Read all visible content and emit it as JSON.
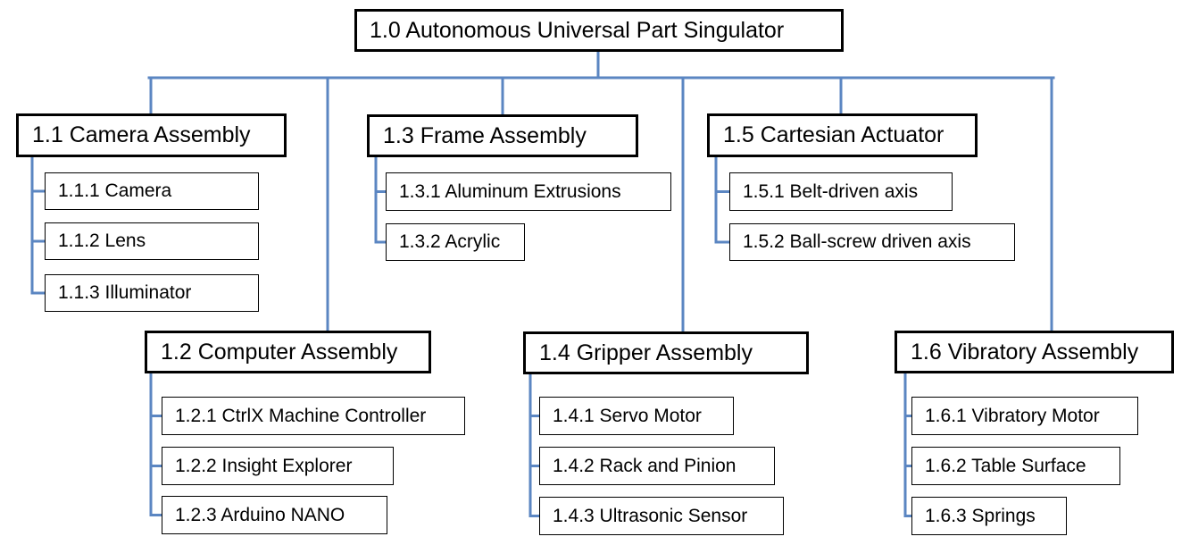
{
  "diagram": {
    "connector_color": "#5B86C2",
    "box_border_color": "#000000",
    "root": {
      "id": "root",
      "label": "1.0 Autonomous Universal Part Singulator"
    },
    "groups": [
      {
        "id": "g11",
        "label": "1.1 Camera Assembly",
        "children": [
          {
            "label": "1.1.1 Camera"
          },
          {
            "label": "1.1.2 Lens"
          },
          {
            "label": "1.1.3 Illuminator"
          }
        ]
      },
      {
        "id": "g12",
        "label": "1.2 Computer Assembly",
        "children": [
          {
            "label": "1.2.1 CtrlX Machine Controller"
          },
          {
            "label": "1.2.2 Insight Explorer"
          },
          {
            "label": "1.2.3 Arduino NANO"
          }
        ]
      },
      {
        "id": "g13",
        "label": "1.3 Frame Assembly",
        "children": [
          {
            "label": "1.3.1 Aluminum Extrusions"
          },
          {
            "label": "1.3.2 Acrylic"
          }
        ]
      },
      {
        "id": "g14",
        "label": "1.4 Gripper Assembly",
        "children": [
          {
            "label": "1.4.1 Servo Motor"
          },
          {
            "label": "1.4.2 Rack and Pinion"
          },
          {
            "label": "1.4.3 Ultrasonic Sensor"
          }
        ]
      },
      {
        "id": "g15",
        "label": "1.5 Cartesian Actuator",
        "children": [
          {
            "label": "1.5.1 Belt-driven axis"
          },
          {
            "label": "1.5.2 Ball-screw driven axis"
          }
        ]
      },
      {
        "id": "g16",
        "label": "1.6 Vibratory Assembly",
        "children": [
          {
            "label": "1.6.1 Vibratory Motor"
          },
          {
            "label": "1.6.2 Table Surface"
          },
          {
            "label": "1.6.3 Springs"
          }
        ]
      }
    ]
  }
}
